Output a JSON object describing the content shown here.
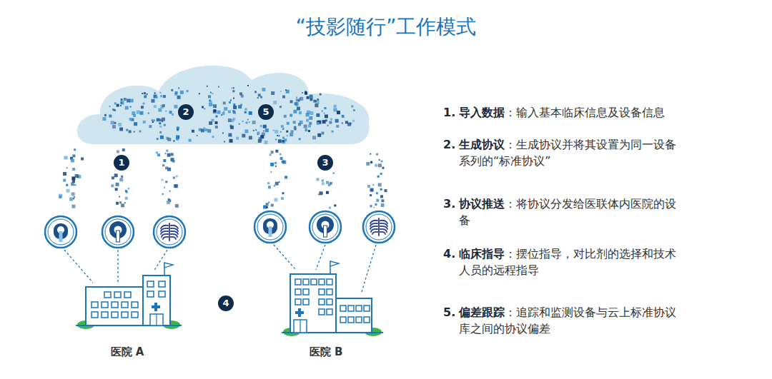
{
  "diagram": {
    "title": "“技影随行”工作模式",
    "labels": [
      "2",
      "5",
      "1",
      "3",
      "4",
      "医院 A",
      "医院 B",
      "1.",
      "导入数据",
      "：输入基本临床信息及设备信息",
      "2.",
      "生成协议",
      "：生成协议并将其设置为同一设备系列的“标准协议”",
      "3.",
      "协议推送",
      "：将协议分发给医联体内医院的设备",
      "4.",
      "临床指导",
      "：摆位指导，对比剂的选择和技术人员的远程指导",
      "5.",
      "偏差跟踪",
      "：追踪和监测设备与云上标准协议库之间的协议偏差"
    ]
  }
}
